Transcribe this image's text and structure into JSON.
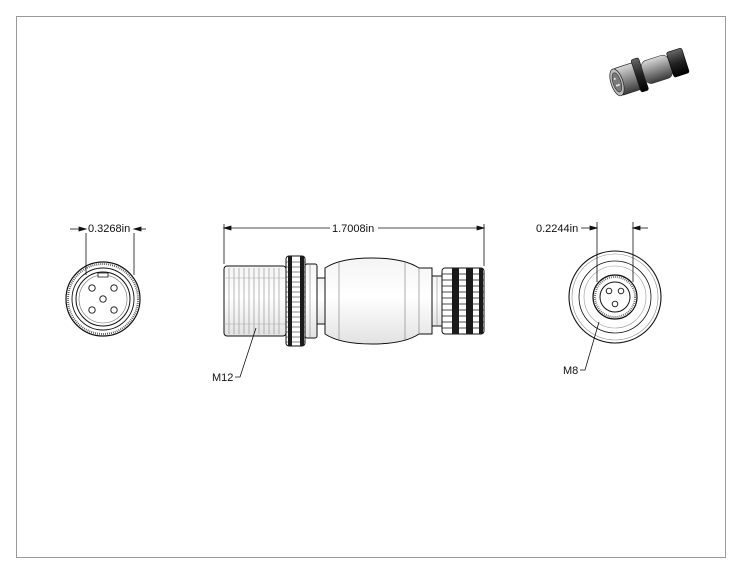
{
  "dimensions": {
    "left_width": "0.3268in",
    "overall_length": "1.7008in",
    "right_width": "0.2244in"
  },
  "callouts": {
    "left_thread": "M12",
    "right_thread": "M8"
  },
  "views": {
    "left_end_pins": 5,
    "right_end_pins": 3
  }
}
